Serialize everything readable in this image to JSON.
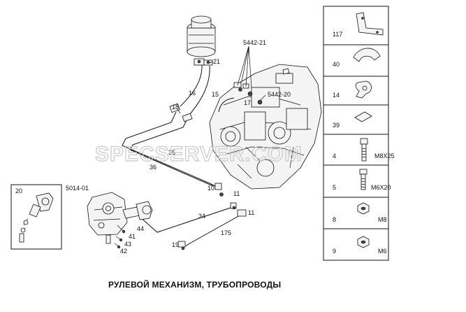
{
  "caption": "РУЛЕВОЙ МЕХАНИЗМ, ТРУБОПРОВОДЫ",
  "watermark": "SPECSERVER.COM",
  "callouts": {
    "c5442_21": "5442-21",
    "c21": "21",
    "c16": "16",
    "c15": "15",
    "c17": "17",
    "c5442_20": "5442-20",
    "c18": "18",
    "c35": "35",
    "c36": "36",
    "c10": "10",
    "c11a": "11",
    "c11b": "11",
    "c34": "34",
    "c175": "175",
    "c19": "19",
    "c5014_01": "5014-01",
    "c20": "20",
    "c44": "44",
    "c41": "41",
    "c43": "43",
    "c42": "42"
  },
  "sidebar": [
    {
      "num": "117",
      "label": ""
    },
    {
      "num": "40",
      "label": ""
    },
    {
      "num": "14",
      "label": ""
    },
    {
      "num": "39",
      "label": ""
    },
    {
      "num": "4",
      "label": "M8X25"
    },
    {
      "num": "5",
      "label": "M6X20"
    },
    {
      "num": "8",
      "label": "M8"
    },
    {
      "num": "9",
      "label": "M6"
    }
  ]
}
